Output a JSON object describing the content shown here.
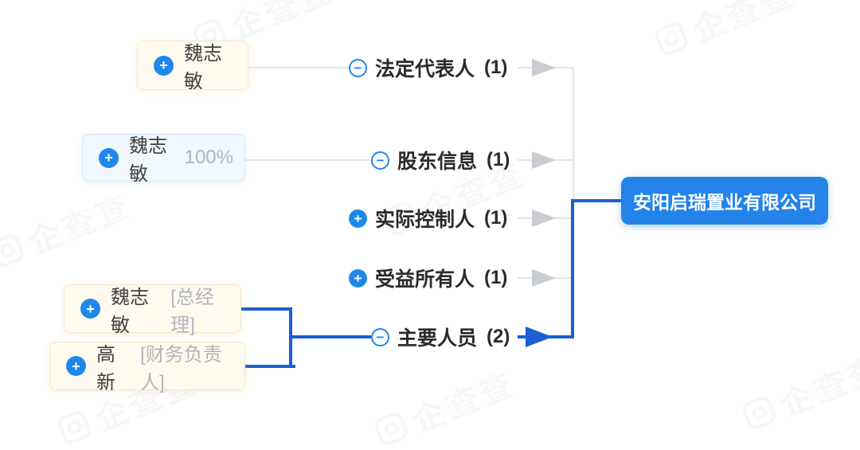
{
  "company": {
    "name": "安阳启瑞置业有限公司"
  },
  "categories": [
    {
      "id": "legal-representative",
      "label": "法定代表人",
      "count": "(1)",
      "toggle_icon": "minus-circle-icon",
      "arrow_icon": "gray-arrow-icon"
    },
    {
      "id": "shareholders",
      "label": "股东信息",
      "count": "(1)",
      "toggle_icon": "minus-circle-icon",
      "arrow_icon": "gray-arrow-icon"
    },
    {
      "id": "actual-controller",
      "label": "实际控制人",
      "count": "(1)",
      "toggle_icon": "plus-circle-icon",
      "arrow_icon": "gray-arrow-icon"
    },
    {
      "id": "beneficial-owner",
      "label": "受益所有人",
      "count": "(1)",
      "toggle_icon": "plus-circle-icon",
      "arrow_icon": "gray-arrow-icon"
    },
    {
      "id": "key-personnel",
      "label": "主要人员",
      "count": "(2)",
      "toggle_icon": "minus-circle-icon",
      "arrow_icon": "blue-arrow-icon"
    }
  ],
  "nodes": {
    "legal_rep": {
      "name": "魏志敏",
      "expand_icon": "plus-circle-icon"
    },
    "shareholder": {
      "name": "魏志敏",
      "share": "100%",
      "expand_icon": "plus-circle-icon"
    },
    "staff": [
      {
        "name": "魏志敏",
        "title": "[总经理]",
        "expand_icon": "plus-circle-icon"
      },
      {
        "name": "高新",
        "title": "[财务负责人]",
        "expand_icon": "plus-circle-icon"
      }
    ]
  },
  "glyphs": {
    "plus": "+",
    "minus": "−"
  },
  "watermark": {
    "text": "企查查",
    "logo": "qichacha-logo"
  },
  "colors": {
    "brand_blue": "#1e88ea",
    "connector_blue": "#1a5fd2",
    "company_box_blue": "#2383e8",
    "line_gray": "#e2e4e8",
    "arrow_gray": "#c9ccd2",
    "label_text": "#2b2b2b",
    "node_text": "#404040",
    "node_secondary_text": "#b2b7bd",
    "person_box_bg": "#fffaf0",
    "person_box_border": "#f5e6c5",
    "shareholder_box_bg": "#f0f7fe",
    "shareholder_box_border": "#d5e8fa",
    "background": "#ffffff"
  }
}
